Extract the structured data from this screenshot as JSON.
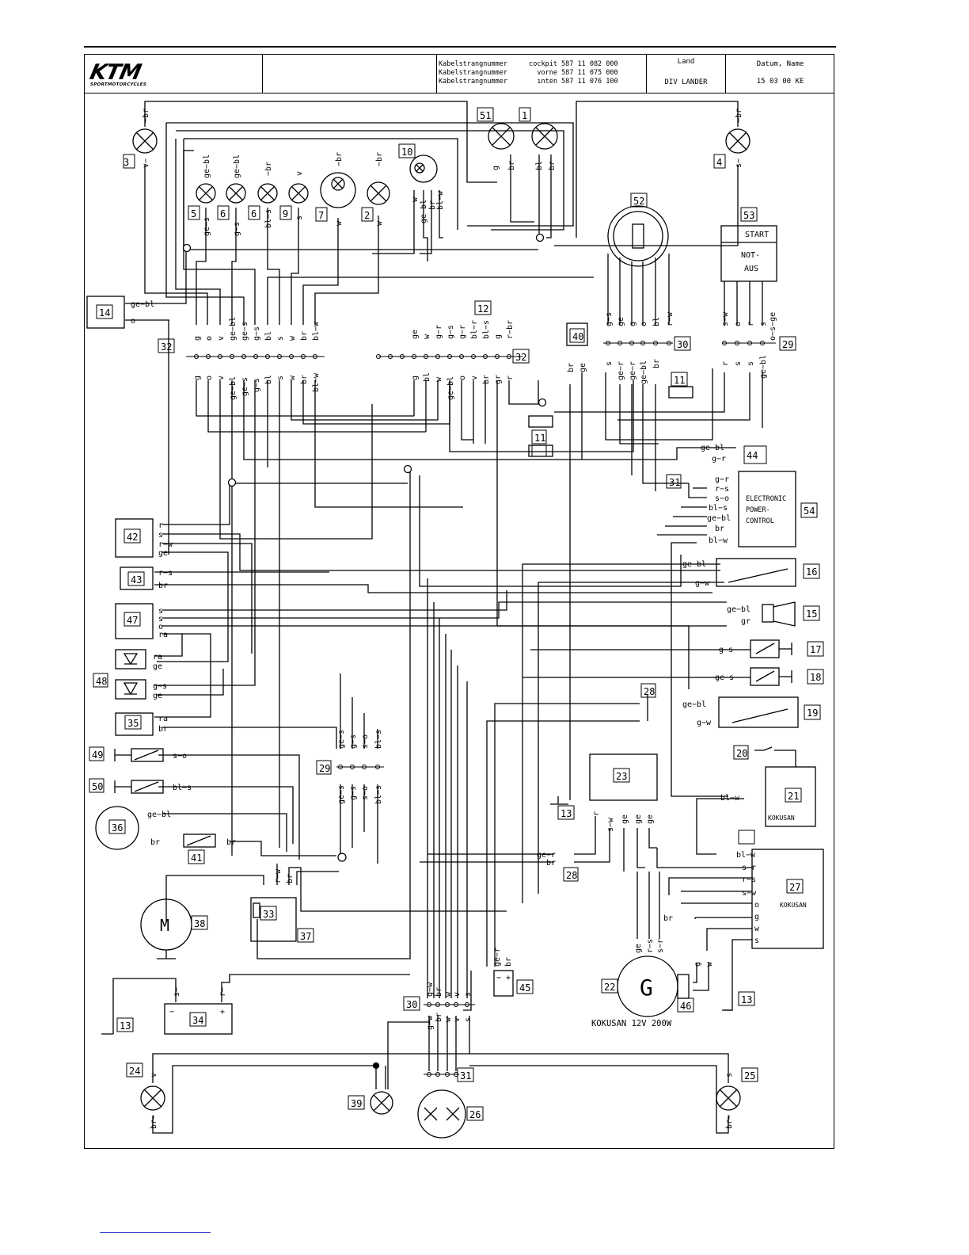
{
  "brand": {
    "logo": "KTM",
    "tagline": "SPORTMOTORCYCLES"
  },
  "title_block": {
    "harness": [
      {
        "label": "Kabelstrangnummer",
        "position": "cockpit",
        "number": "587 11 082 000"
      },
      {
        "label": "Kabelstrangnummer",
        "position": "vorne",
        "number": "587 11 075 000"
      },
      {
        "label": "Kabelstrangnummer",
        "position": "ınten",
        "number": "587 11 076 100"
      }
    ],
    "land_header": "Land",
    "land_value": "DIV  LANDER",
    "date_header": "Datum, Name",
    "date_value": "15 03 00 KE"
  },
  "components": {
    "c54_text": [
      "ELECTRONIC",
      "POWER-",
      "CONTROL"
    ],
    "c53_start": "START",
    "c53_notaus": [
      "NOT-",
      "AUS"
    ],
    "kokusan": "KOKUSAN",
    "generator_caption": "KOKUSAN 12V 200W",
    "motor_letter": "M",
    "generator_letter": "G"
  },
  "colors": {
    "ink": "#000000",
    "background": "#ffffff",
    "link_underline": "#3344cc"
  }
}
